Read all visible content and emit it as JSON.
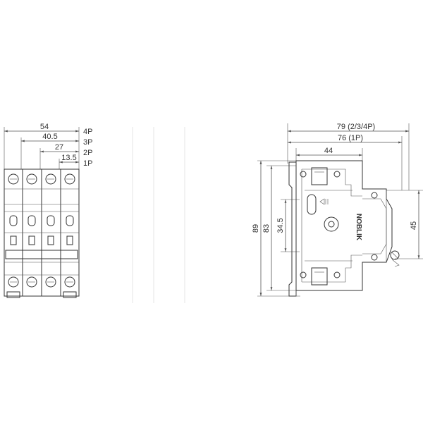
{
  "front_view": {
    "dims": {
      "d54": "54",
      "d40_5": "40.5",
      "d27": "27",
      "d13_5": "13.5"
    },
    "pole_labels": [
      "4P",
      "3P",
      "2P",
      "1P"
    ]
  },
  "side_view": {
    "dims": {
      "width_multi": "79 (2/3/4P)",
      "width_single": "76 (1P)",
      "d44": "44",
      "h89": "89",
      "h83": "83",
      "h34_5": "34.5",
      "h45": "45"
    },
    "brand": "NOBLIK"
  }
}
